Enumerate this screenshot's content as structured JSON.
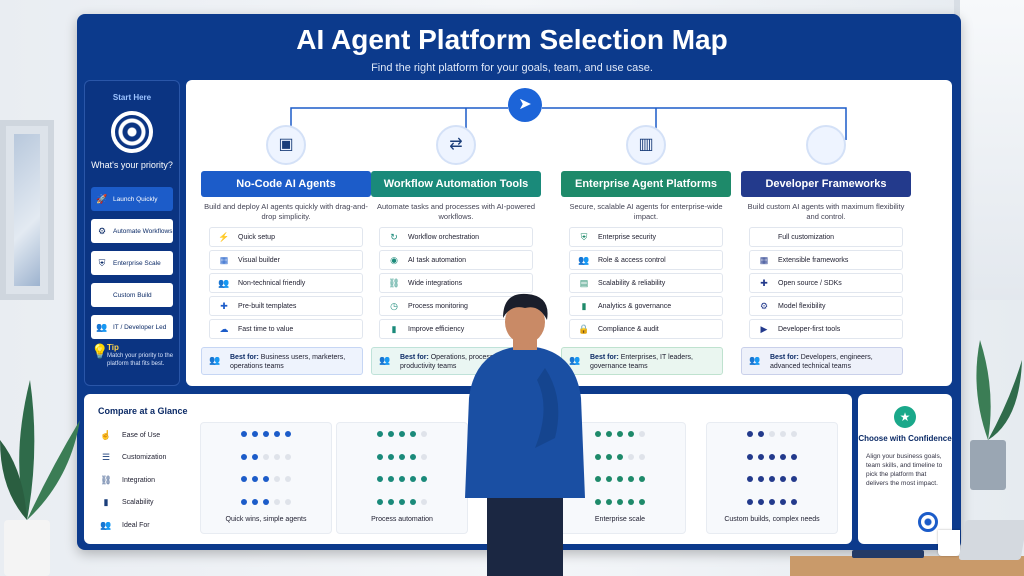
{
  "title": "AI Agent Platform Selection Map",
  "subtitle": "Find the right platform for your goals, team, and use case.",
  "colors": {
    "board": "#0c3a8c",
    "blue": "#1c5cc9",
    "teal": "#1a8a7a",
    "green": "#1e8a6a",
    "navy": "#233a8c"
  },
  "sidebar": {
    "start": "Start Here",
    "question": "What's your priority?",
    "items": [
      {
        "label": "Launch Quickly",
        "icon": "rocket-icon"
      },
      {
        "label": "Automate Workflows",
        "icon": "gear-icon"
      },
      {
        "label": "Enterprise Scale",
        "icon": "shield-icon"
      },
      {
        "label": "Custom Build",
        "icon": "code-icon"
      },
      {
        "label": "IT / Developer Led",
        "icon": "users-icon"
      }
    ],
    "tip_title": "Tip",
    "tip_text": "Match your priority to the platform that fits best."
  },
  "columns": [
    {
      "title": "No-Code AI Agents",
      "icon": "browser-cursor-icon",
      "color": "#1c5cc9",
      "desc": "Build and deploy AI agents quickly with drag-and-drop simplicity.",
      "features": [
        "Quick setup",
        "Visual builder",
        "Non-technical friendly",
        "Pre-built templates",
        "Fast time to value"
      ],
      "best_label": "Best for:",
      "best": "Business users, marketers, operations teams",
      "best_bg": "#eef3fd",
      "best_border": "#c6d6f4"
    },
    {
      "title": "Workflow Automation Tools",
      "icon": "flow-icon",
      "color": "#1a8a7a",
      "desc": "Automate tasks and processes with AI-powered workflows.",
      "features": [
        "Workflow orchestration",
        "AI task automation",
        "Wide integrations",
        "Process monitoring",
        "Improve efficiency"
      ],
      "best_label": "Best for:",
      "best": "Operations, process owners, productivity teams",
      "best_bg": "#eaf6f3",
      "best_border": "#bfe2d9"
    },
    {
      "title": "Enterprise Agent Platforms",
      "icon": "building-icon",
      "color": "#1e8a6a",
      "desc": "Secure, scalable AI agents for enterprise-wide impact.",
      "features": [
        "Enterprise security",
        "Role & access control",
        "Scalability & reliability",
        "Analytics & governance",
        "Compliance & audit"
      ],
      "best_label": "Best for:",
      "best": "Enterprises, IT leaders, governance teams",
      "best_bg": "#eaf6f0",
      "best_border": "#bfe2cf"
    },
    {
      "title": "Developer Frameworks",
      "icon": "code-icon",
      "color": "#233a8c",
      "desc": "Build custom AI agents with maximum flexibility and control.",
      "features": [
        "Full customization",
        "Extensible frameworks",
        "Open source / SDKs",
        "Model flexibility",
        "Developer-first tools"
      ],
      "best_label": "Best for:",
      "best": "Developers, engineers, advanced technical teams",
      "best_bg": "#eef1fa",
      "best_border": "#c9d0ea"
    }
  ],
  "compare": {
    "title": "Compare at a Glance",
    "rows": [
      {
        "label": "Ease of Use",
        "icon": "hand-icon"
      },
      {
        "label": "Customization",
        "icon": "sliders-icon"
      },
      {
        "label": "Integration",
        "icon": "link-icon"
      },
      {
        "label": "Scalability",
        "icon": "bars-icon"
      },
      {
        "label": "Ideal For",
        "icon": "users-icon"
      }
    ],
    "ratings": [
      {
        "scores": [
          5,
          2,
          3,
          3
        ],
        "ideal": "Quick wins, simple agents",
        "color": "#1c5cc9"
      },
      {
        "scores": [
          4,
          4,
          5,
          4
        ],
        "ideal": "Process automation",
        "color": "#1a8a7a"
      },
      {
        "scores": [
          4,
          3,
          5,
          5
        ],
        "ideal": "Enterprise scale",
        "color": "#1e8a6a"
      },
      {
        "scores": [
          2,
          5,
          5,
          5
        ],
        "ideal": "Custom builds, complex needs",
        "color": "#233a8c"
      }
    ]
  },
  "confidence": {
    "title": "Choose with Confidence",
    "text": "Align your business goals, team skills, and timeline to pick the platform that delivers the most impact."
  }
}
